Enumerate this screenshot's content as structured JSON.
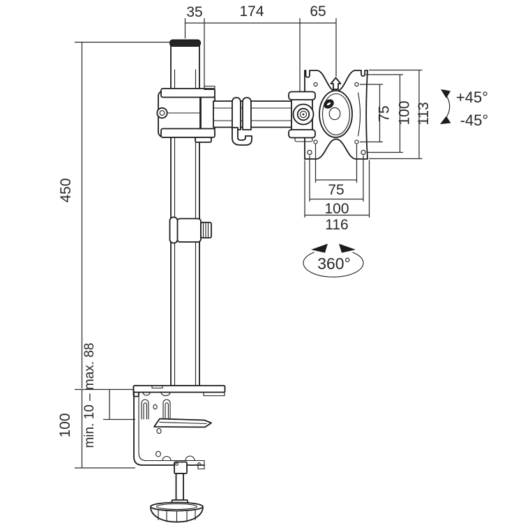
{
  "drawing": {
    "subject": "single-monitor desk mount arm dimensional drawing",
    "background_color": "#ffffff",
    "line_color": "#1c1c1c",
    "text_color": "#272727"
  },
  "dimensions": {
    "top": {
      "pole_to_pivot": "35",
      "arm_length": "174",
      "pivot_to_plate": "65"
    },
    "left": {
      "pole_height": "450",
      "clamp_height": "100",
      "desk_thickness_range": "min. 10 – max. 88"
    },
    "vesa_right": {
      "inner_vertical": "75",
      "outer_vertical": "100",
      "plate_height": "113"
    },
    "vesa_bottom": {
      "inner_horizontal": "75",
      "outer_horizontal": "100",
      "plate_width": "116"
    }
  },
  "rotation": {
    "tilt_up": "+45°",
    "tilt_down": "-45°",
    "swivel": "360°"
  }
}
